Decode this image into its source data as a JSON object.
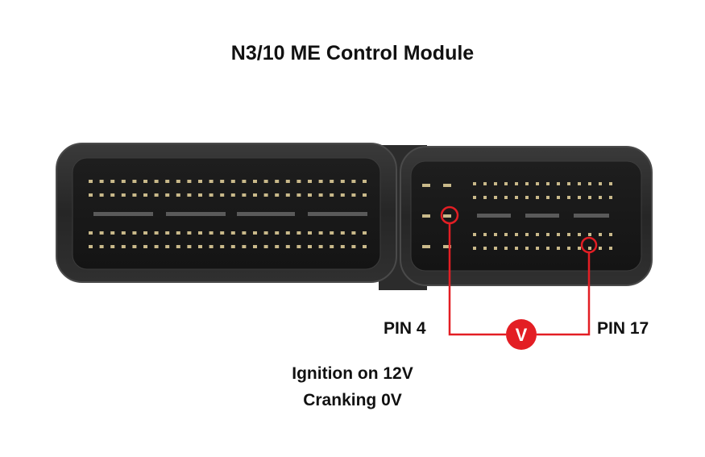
{
  "title": "N3/10 ME Control Module",
  "pins": {
    "left_label": "PIN 4",
    "right_label": "PIN 17"
  },
  "meter": {
    "symbol": "V",
    "color": "#e31e24"
  },
  "notes": {
    "line1": "Ignition on 12V",
    "line2": "Cranking 0V"
  }
}
